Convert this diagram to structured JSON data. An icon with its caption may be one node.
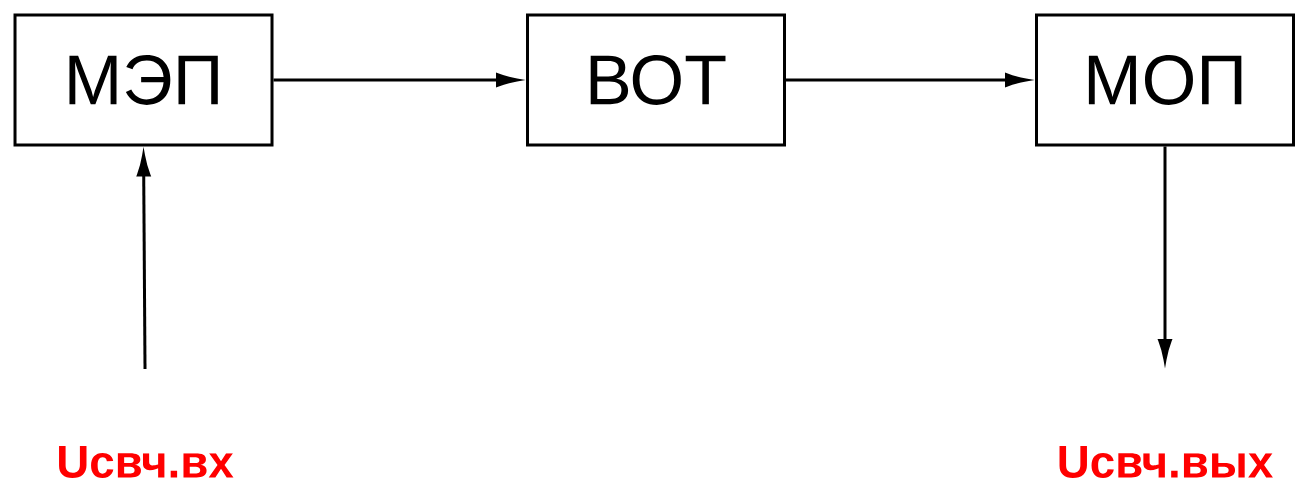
{
  "diagram": {
    "nodes": [
      {
        "text": [
          "МЭП"
        ]
      },
      {
        "text": [
          "ВОТ"
        ]
      },
      {
        "text": [
          "МОП"
        ]
      },
      {
        "text": [
          "Uсвч.вх"
        ]
      },
      {
        "text": [
          "Uсвч.вых"
        ]
      }
    ],
    "edges": [
      {
        "from": 0,
        "to": 1,
        "arrow": "to"
      },
      {
        "from": 1,
        "to": 2,
        "arrow": "to"
      },
      {
        "from": 3,
        "to": 0,
        "arrow": "to"
      },
      {
        "from": 2,
        "to": 4,
        "arrow": "to"
      }
    ]
  }
}
